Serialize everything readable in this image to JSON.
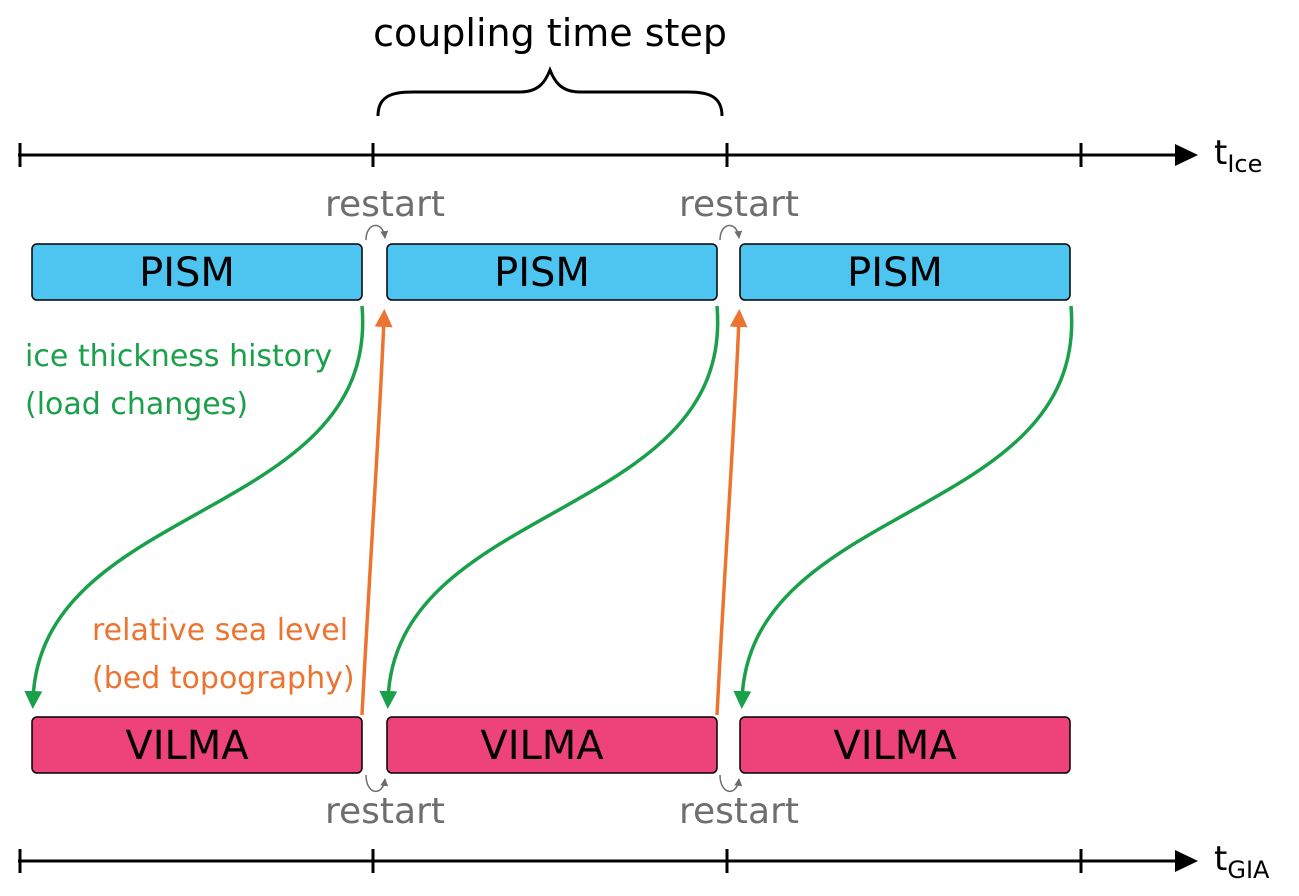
{
  "title": "coupling time step",
  "axes": {
    "ice": {
      "main": "t",
      "sub": "Ice"
    },
    "gia": {
      "main": "t",
      "sub": "GIA"
    }
  },
  "boxes": {
    "pism": {
      "label": "PISM",
      "color": "#4ec5f0"
    },
    "vilma": {
      "label": "VILMA",
      "color": "#ee437a"
    }
  },
  "restart_label": "restart",
  "ice_history": {
    "line1": "ice thickness history",
    "line2": "(load changes)",
    "color": "#1aa04a"
  },
  "sea_level": {
    "line1": "relative sea level",
    "line2": "(bed topography)",
    "color": "#ec7430"
  },
  "restart_color": "#6e6e6e"
}
